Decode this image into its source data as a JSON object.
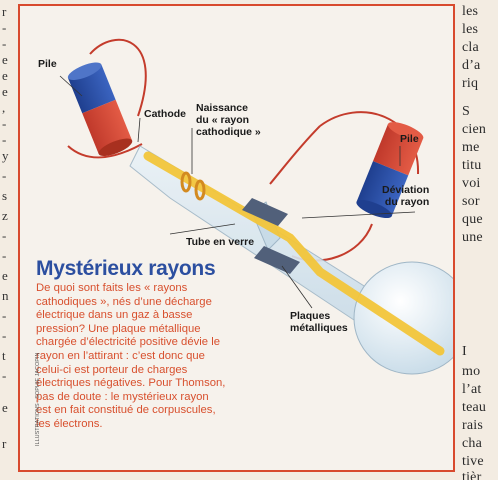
{
  "left_column": [
    "r",
    "-",
    "-",
    "e",
    "e",
    "e",
    ",",
    "-",
    "-",
    "y",
    "-",
    "s",
    "z",
    "-",
    "-",
    "e",
    "n",
    "-",
    "-",
    "t",
    "-",
    "e",
    "r"
  ],
  "right_column": [
    "les",
    "les",
    "cla",
    "d’a",
    "riq",
    "S",
    "cien",
    "me",
    "titu",
    "voi",
    "sor",
    "que",
    "une",
    "I",
    "mo",
    "l’at",
    "teau",
    "rais",
    "cha",
    "tive",
    "tièr"
  ],
  "illustration": {
    "labels": {
      "pile_left": "Pile",
      "cathode": "Cathode",
      "naissance": [
        "Naissance",
        "du « rayon",
        "cathodique »"
      ],
      "pile_right": "Pile",
      "deviation": [
        "Déviation",
        "du rayon"
      ],
      "tube": "Tube en verre",
      "plaques": [
        "Plaques",
        "métalliques"
      ]
    },
    "colors": {
      "frame": "#d84a2e",
      "title": "#2c4fa0",
      "text": "#d8502e",
      "ray": "#f2c53a"
    }
  },
  "title": "Mystérieux rayons",
  "body_lines": [
    "De quoi sont faits les « rayons",
    "cathodiques », nés d’une décharge",
    "électrique dans un gaz à basse",
    "pression? Une plaque métallique",
    "chargée d’électricité positive dévie le",
    "rayon en l’attirant : c’est donc que",
    "celui-ci est porteur de charges",
    "électriques négatives. Pour Thomson,",
    "pas de doute : le mystérieux rayon",
    "est en fait constitué de corpuscules,",
    "les électrons."
  ],
  "credit": "ILLUSTRATIONS : SOPHIE JACOPIN"
}
